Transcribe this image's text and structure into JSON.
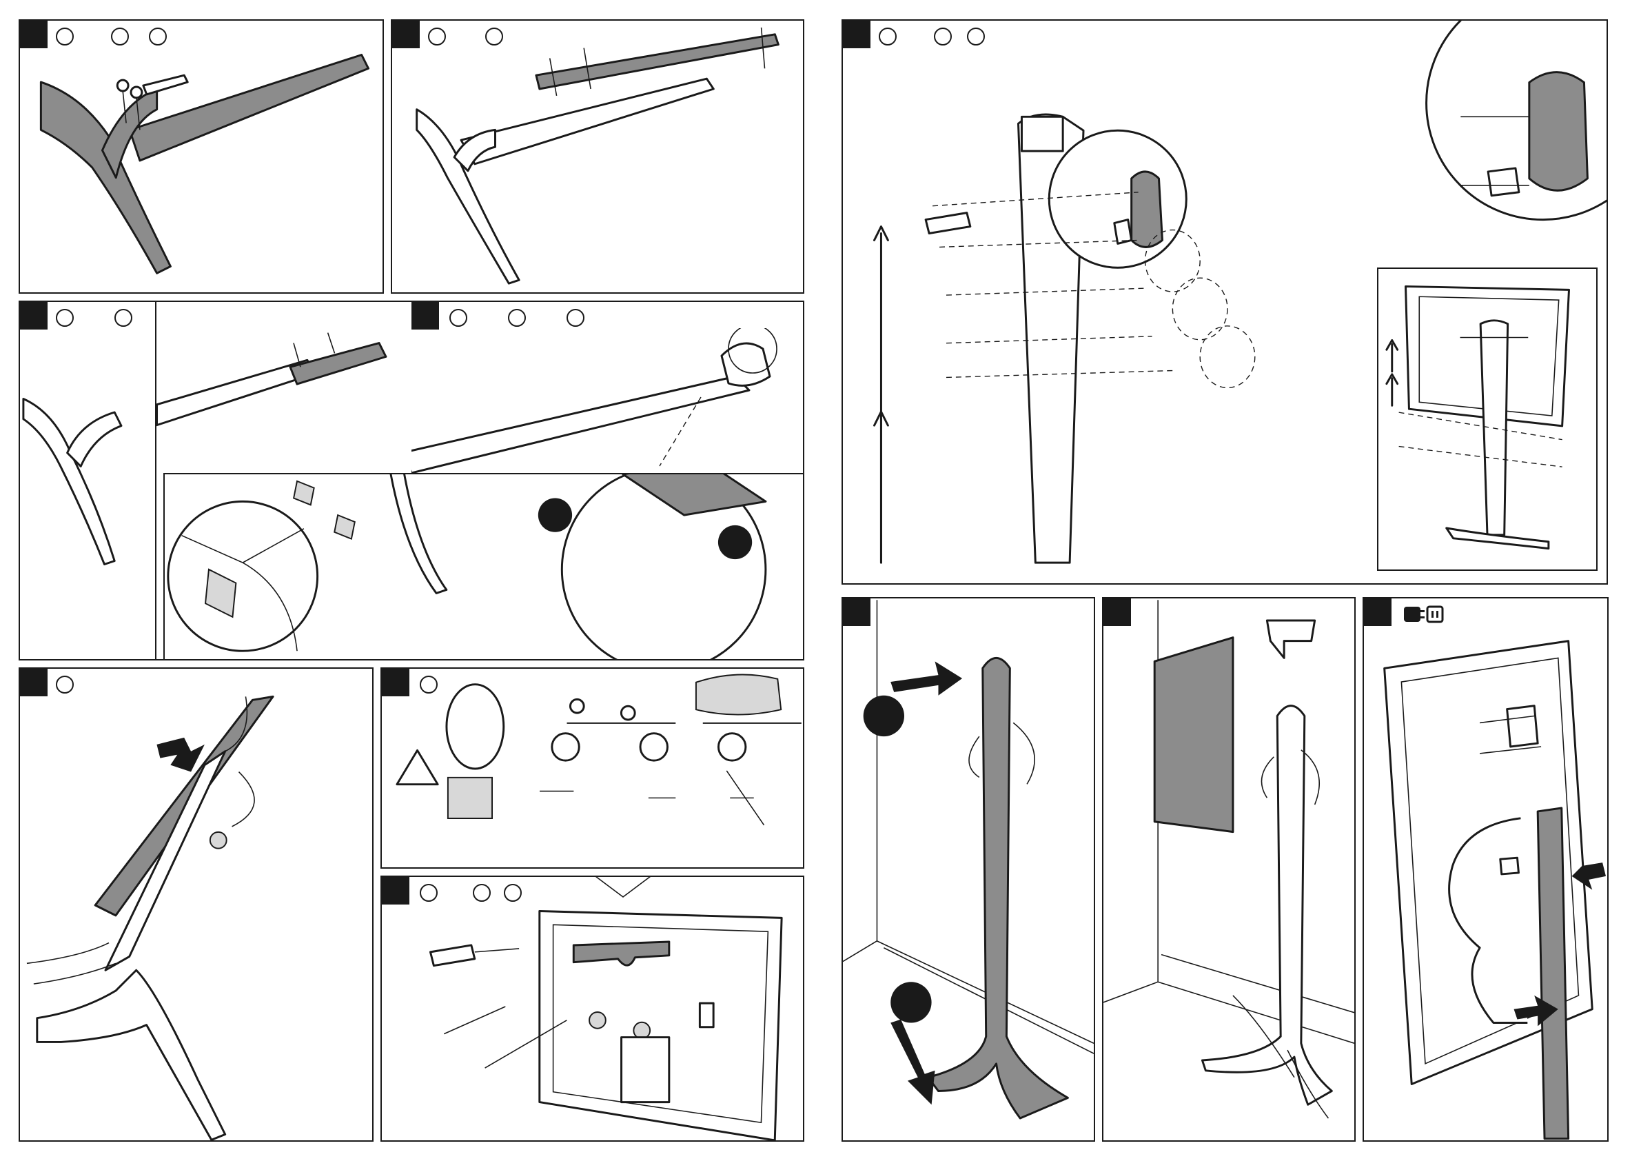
{
  "document": {
    "page_type": "assembly-instructions",
    "colors": {
      "ink": "#1a1a1a",
      "part_grey": "#8c8c8c",
      "light_grey": "#d8d8d8",
      "paper": "#ffffff"
    }
  },
  "steps": [
    {
      "id": "step-a",
      "slots": 3,
      "depicts": "base-plate-nut-fastening"
    },
    {
      "id": "step-b",
      "slots": 2,
      "depicts": "rail-mount-on-base"
    },
    {
      "id": "step-c",
      "slots": 2,
      "depicts": "cover-plate-attach"
    },
    {
      "id": "step-d",
      "slots": 3,
      "depicts": "foot-pads-and-sticker"
    },
    {
      "id": "step-e",
      "slots": 1,
      "depicts": "cable-routing-cover"
    },
    {
      "id": "step-f",
      "slots": 1,
      "depicts": "screw-selection"
    },
    {
      "id": "step-g",
      "slots": 3,
      "depicts": "tv-back-bracket"
    },
    {
      "id": "step-h",
      "slots": 3,
      "depicts": "column-height-adjust"
    },
    {
      "id": "step-i",
      "slots": 0,
      "depicts": "stand-placement"
    },
    {
      "id": "step-j",
      "slots": 0,
      "depicts": "stand-against-wall"
    },
    {
      "id": "step-k",
      "slots": 0,
      "icon": "plug-icon",
      "depicts": "tv-hang-on-stand"
    }
  ]
}
